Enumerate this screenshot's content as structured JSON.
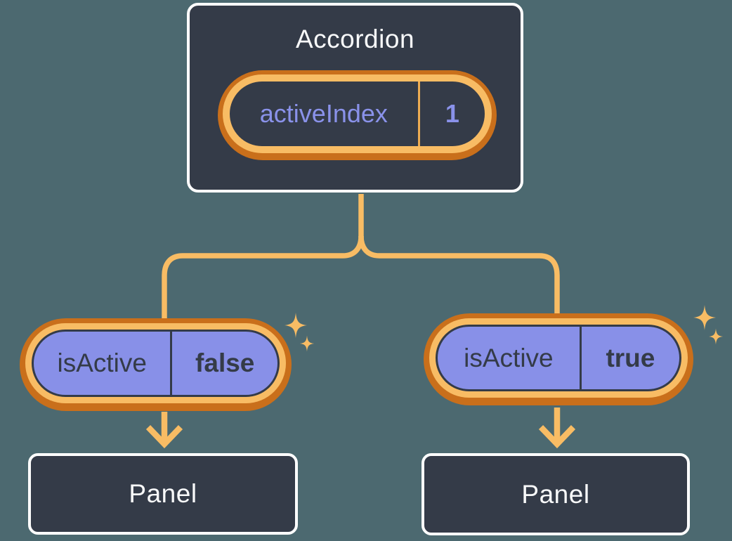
{
  "diagram": {
    "description": "React component tree showing state lifted to a parent Accordion which passes isActive props to two Panel children",
    "root": {
      "title": "Accordion",
      "state_pill": {
        "label": "activeIndex",
        "value": "1"
      }
    },
    "children": [
      {
        "prop_pill": {
          "label": "isActive",
          "value": "false"
        },
        "panel": {
          "title": "Panel"
        }
      },
      {
        "prop_pill": {
          "label": "isActive",
          "value": "true"
        },
        "panel": {
          "title": "Panel"
        }
      }
    ],
    "icons": [
      "sparkles-icon",
      "down-arrow-icon",
      "fork-connector"
    ],
    "colors": {
      "background": "#4C6970",
      "box_fill": "#343B48",
      "box_border": "#FFFFFF",
      "ring_outer_orange": "#C96F1B",
      "ring_inner_orange": "#F8BC64",
      "connector_orange": "#F8BC64",
      "divider_orange": "#EDAC52",
      "purple_fill": "#8890E8",
      "purple_text": "#8A92EA",
      "dark_text": "#343B48",
      "light_text": "#F8F9FA"
    }
  }
}
